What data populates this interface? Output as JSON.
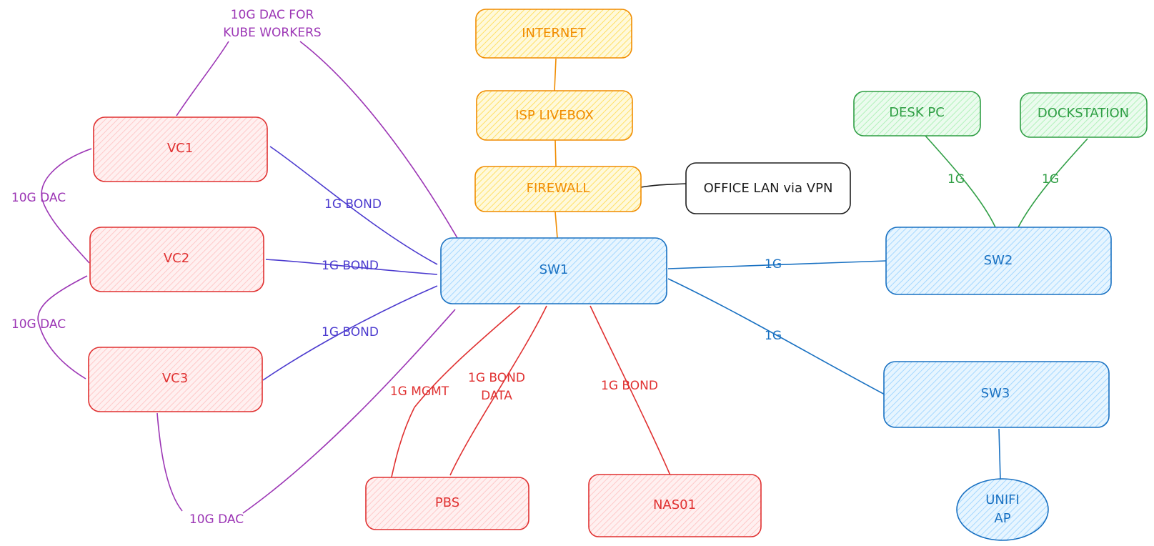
{
  "colors": {
    "purple": "#9c36b5",
    "indigo": "#4c3bcf",
    "red": "#e03131",
    "red_fill": "#ffc9c9",
    "orange": "#f08c00",
    "orange_fill": "#ffec99",
    "blue": "#1971c2",
    "blue_fill": "#a5d8ff",
    "green": "#2f9e44",
    "green_fill": "#b2f2bb",
    "black": "#1e1e1e"
  },
  "nodes": {
    "internet": "INTERNET",
    "isp_livebox": "ISP LIVEBOX",
    "firewall": "FIREWALL",
    "office_lan": "OFFICE LAN via VPN",
    "vc1": "VC1",
    "vc2": "VC2",
    "vc3": "VC3",
    "sw1": "SW1",
    "sw2": "SW2",
    "sw3": "SW3",
    "desk_pc": "DESK PC",
    "dockstation": "DOCKSTATION",
    "pbs": "PBS",
    "nas01": "NAS01",
    "unifi_ap": [
      "UNIFI",
      "AP"
    ]
  },
  "edge_labels": {
    "kube_workers": [
      "10G DAC FOR",
      "KUBE WORKERS"
    ],
    "vc1_vc2_dac": "10G DAC",
    "vc2_vc3_dac": "10G DAC",
    "vc3_sw1_dac": "10G DAC",
    "vc1_bond": "1G BOND",
    "vc2_bond": "1G BOND",
    "vc3_bond": "1G BOND",
    "pbs_mgmt": "1G MGMT",
    "pbs_bond": [
      "1G BOND",
      "DATA"
    ],
    "nas_bond": "1G BOND",
    "sw1_sw2": "1G",
    "sw1_sw3": "1G",
    "sw2_desk": "1G",
    "sw2_dock": "1G"
  }
}
